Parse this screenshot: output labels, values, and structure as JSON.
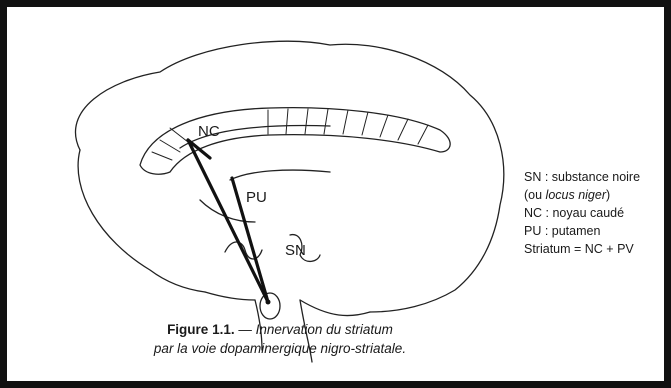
{
  "diagram": {
    "labels": {
      "nc": "NC",
      "pu": "PU",
      "sn": "SN"
    }
  },
  "legend": {
    "line1": "SN : substance noire",
    "line2_prefix": "(ou ",
    "line2_italic": "locus niger",
    "line2_suffix": ")",
    "line3": "NC : noyau caudé",
    "line4": "PU : putamen",
    "line5": "Striatum = NC + PV"
  },
  "caption": {
    "figure_label": "Figure 1.1.",
    "dash": " — ",
    "line1_italic": "Innervation du striatum",
    "line2_italic": "par la voie dopaminergique nigro-striatale."
  }
}
